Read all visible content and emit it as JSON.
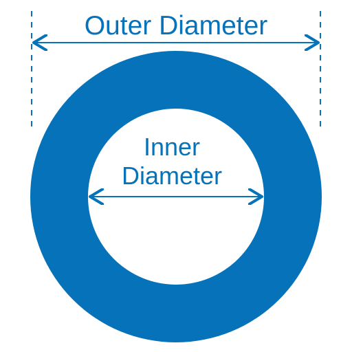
{
  "labels": {
    "outer": "Outer Diameter",
    "inner_line1": "Inner",
    "inner_line2": "Diameter"
  },
  "colors": {
    "ring": "#0572B9",
    "text": "#0572B9",
    "arrows": "#0572B9",
    "background": "#FFFFFF"
  }
}
